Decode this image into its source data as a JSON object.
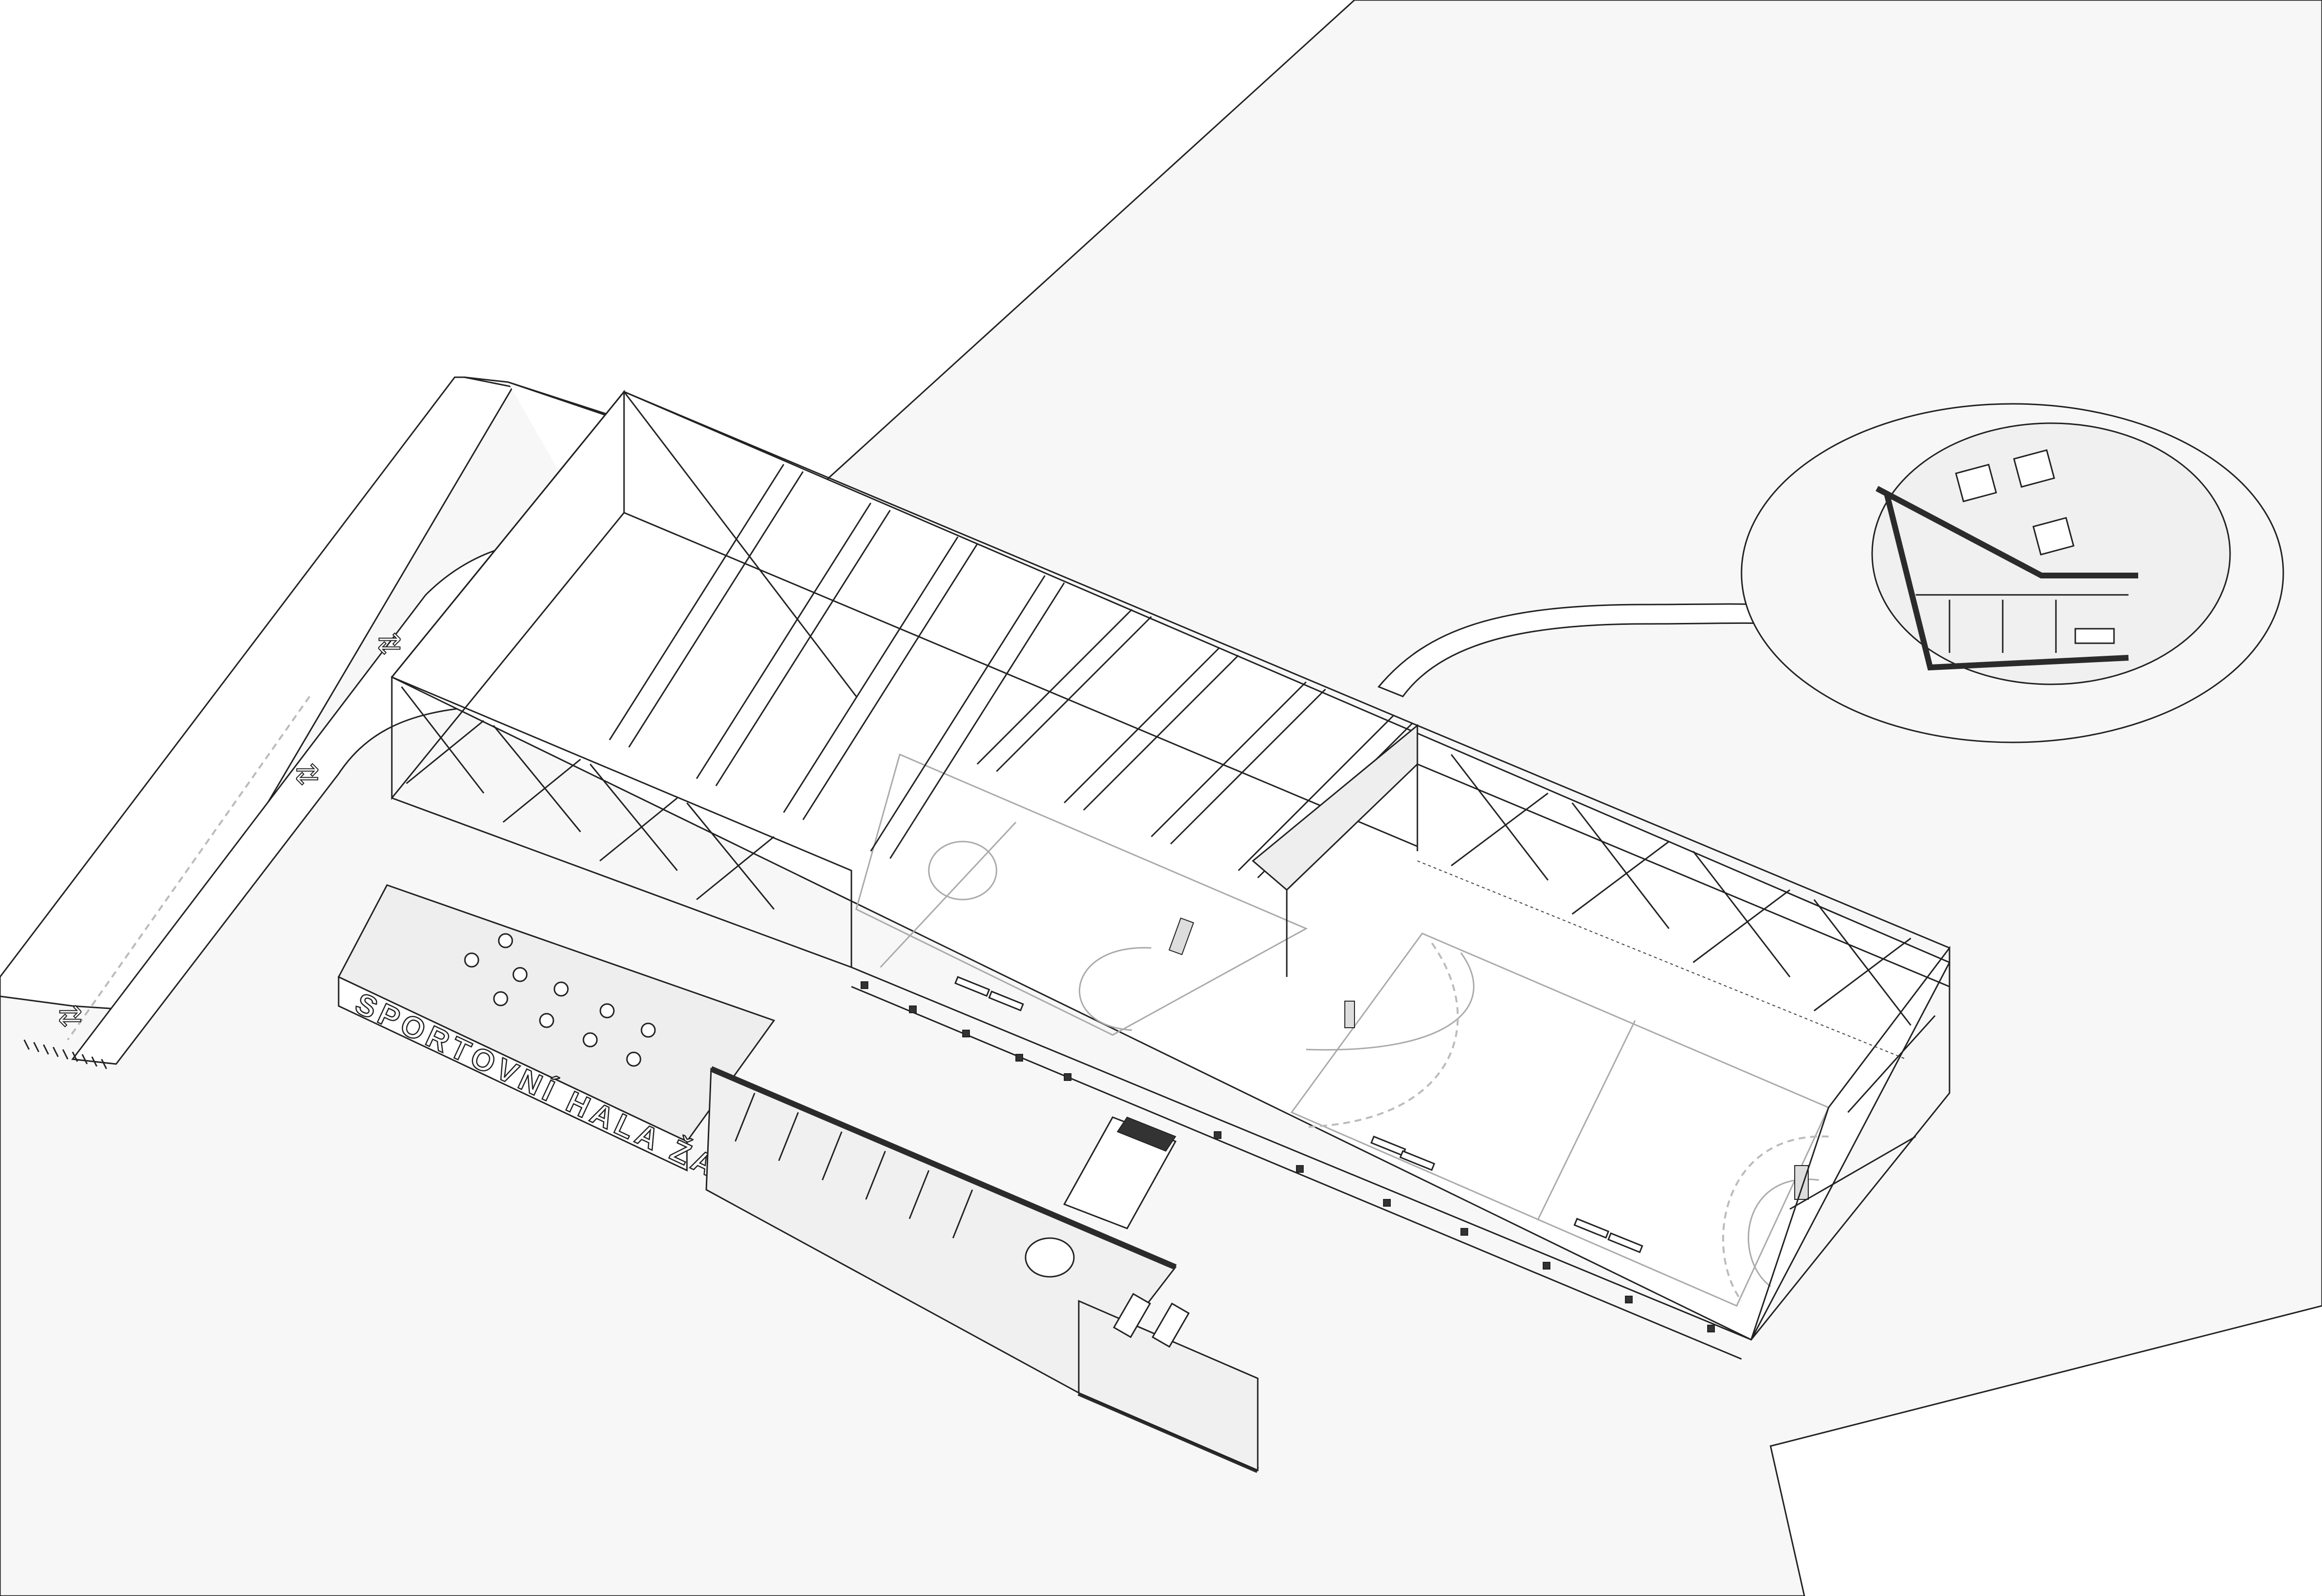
{
  "drawing": {
    "type": "axonometric architectural drawing",
    "building_sign": "SPORTOVNÍ HALA ŽATCI",
    "colors": {
      "background": "#ffffff",
      "site_ground": "#f7f7f7",
      "line": "#222222",
      "court_lines": "#aaaaaa",
      "wall_section": "#2b2b2b"
    },
    "elements": {
      "main_hall": "steel truss frame hall with diagonal-braced facades",
      "roof_trusses": 9,
      "courts": [
        {
          "name": "futsal-court-1",
          "markings": "centre circle, goal areas"
        },
        {
          "name": "handball-court-2",
          "markings": "6m & 9m arcs (dashed), centre line"
        }
      ],
      "annex": "changing rooms, stair, reception, café with 2 tables",
      "roof_skylights_annex": 10,
      "detail_callout": "circular magnified inset of changing rooms",
      "road": "two-lane road with dashed centre line, turning arrows, zebra crossing"
    }
  }
}
